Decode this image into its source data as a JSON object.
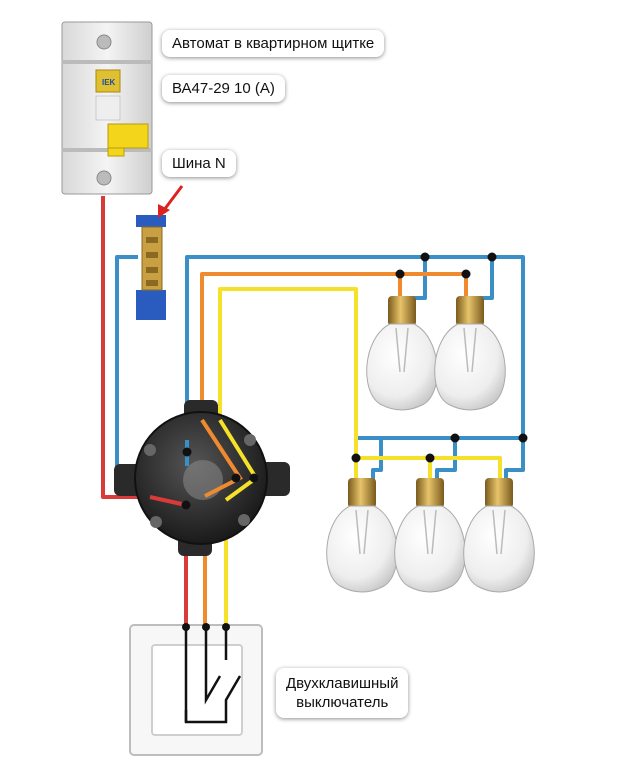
{
  "labels": {
    "breaker_title": "Автомат в квартирном щитке",
    "breaker_model": "ВА47-29 10 (А)",
    "neutral_bus": "Шина N",
    "switch_line1": "Двухклавишный",
    "switch_line2": "выключатель"
  },
  "breaker_brand": "IEK",
  "colors": {
    "phase": "#d93a3a",
    "neutral": "#3b8fc7",
    "switched_1": "#f08a2e",
    "switched_2": "#f5e02a"
  },
  "lamps": {
    "upper_group_count": 2,
    "lower_group_count": 3
  }
}
